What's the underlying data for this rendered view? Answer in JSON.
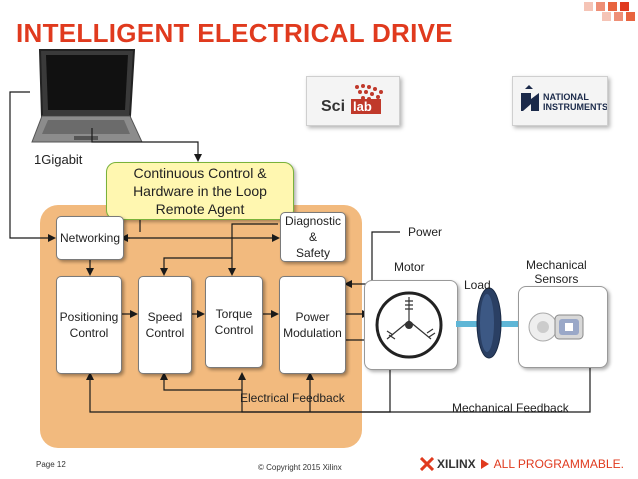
{
  "page": {
    "title": "INTELLIGENT ELECTRICAL DRIVE"
  },
  "callout": {
    "lines": [
      "Continuous Control &",
      "Hardware in the Loop",
      "Remote Agent"
    ]
  },
  "labels": {
    "gigabit": "1Gigabit",
    "power": "Power",
    "motor": "Motor",
    "load": "Load",
    "mechanical_sensors": [
      "Mechanical",
      "Sensors"
    ],
    "electrical_feedback": "Electrical Feedback",
    "mechanical_feedback": "Mechanical Feedback"
  },
  "blocks": {
    "networking": [
      "Networking"
    ],
    "diagnostic": [
      "Diagnostic",
      "&",
      "Safety"
    ],
    "positioning": [
      "Positioning",
      "Control"
    ],
    "speed": [
      "Speed",
      "Control"
    ],
    "torque": [
      "Torque",
      "Control"
    ],
    "power_mod": [
      "Power",
      "Modulation"
    ]
  },
  "logos": {
    "scilab": {
      "text_left": "Sci",
      "text_right": "lab",
      "color": "#c0392b"
    },
    "ni": {
      "line1": "NATIONAL",
      "line2": "INSTRUMENTS"
    }
  },
  "footer": {
    "page": "Page 12",
    "copyright": "© Copyright 2015 Xilinx",
    "brand_left": "XILINX",
    "brand_right": "ALL PROGRAMMABLE."
  },
  "colors": {
    "title": "#e03a1e",
    "panel": "#f2ba7e",
    "callout_fill": "#fff7b0",
    "callout_border": "#7ab23a",
    "accent": "#e03a1e"
  }
}
